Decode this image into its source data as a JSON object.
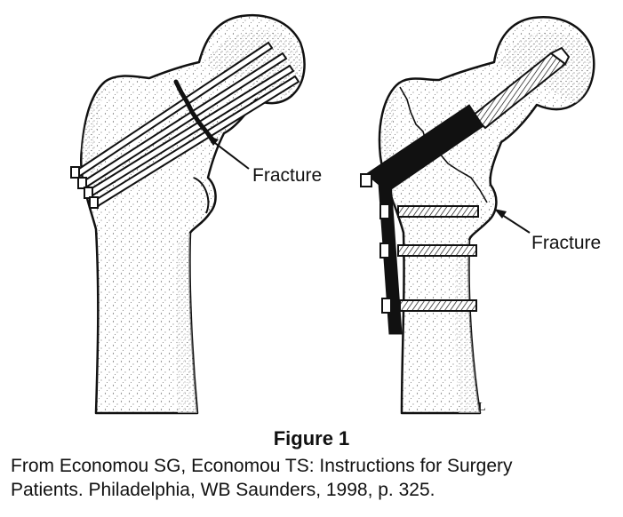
{
  "figure": {
    "labels": {
      "left_fracture": "Fracture",
      "right_fracture": "Fracture"
    },
    "title": "Figure 1",
    "caption": [
      "From Economou SG, Economou TS: Instructions for Surgery",
      "Patients. Philadelphia, WB Saunders, 1998, p. 325."
    ],
    "signature": "L"
  }
}
